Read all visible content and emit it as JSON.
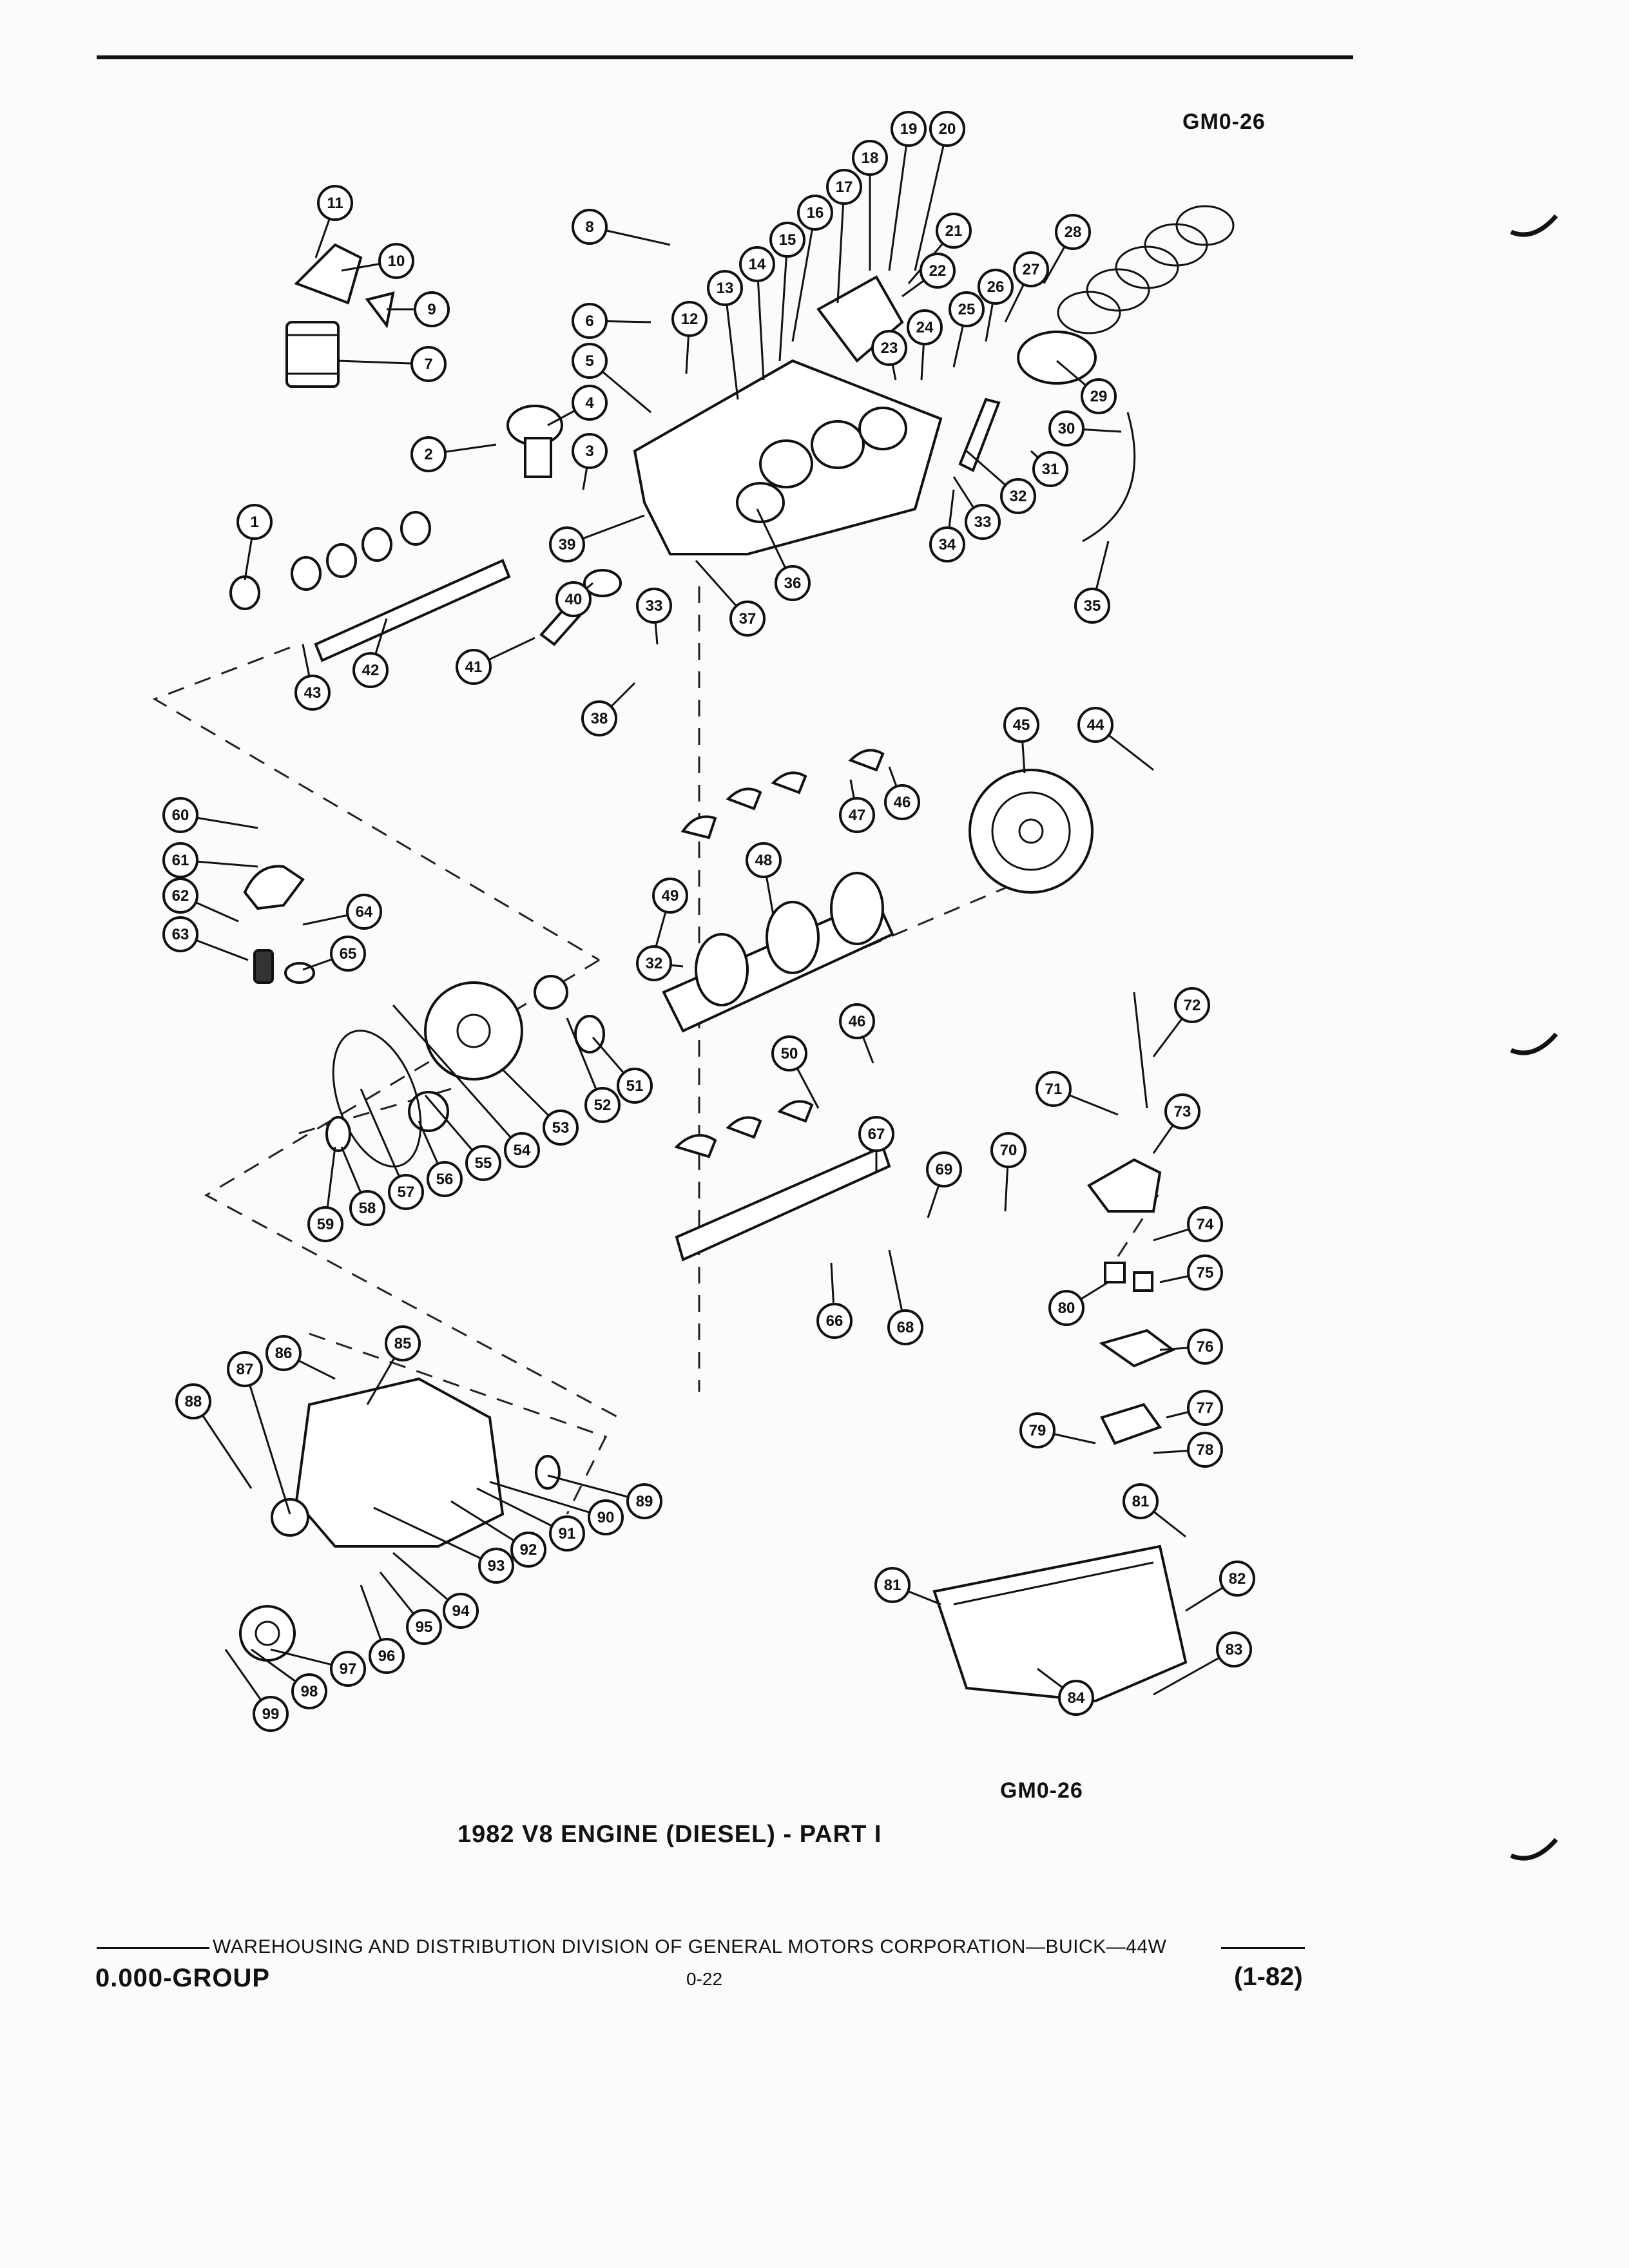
{
  "header": {
    "figure_code_top": "GM0-26"
  },
  "figure": {
    "figure_code_bottom": "GM0-26",
    "title": "1982 V8 ENGINE (DIESEL) - PART I",
    "callouts": [
      "1",
      "2",
      "3",
      "4",
      "5",
      "6",
      "7",
      "8",
      "9",
      "10",
      "11",
      "12",
      "13",
      "14",
      "15",
      "16",
      "17",
      "18",
      "19",
      "20",
      "21",
      "22",
      "23",
      "24",
      "25",
      "26",
      "27",
      "28",
      "29",
      "30",
      "31",
      "32",
      "33",
      "34",
      "35",
      "36",
      "37",
      "38",
      "39",
      "40",
      "41",
      "42",
      "43",
      "44",
      "45",
      "46",
      "47",
      "48",
      "49",
      "50",
      "51",
      "52",
      "53",
      "54",
      "55",
      "56",
      "57",
      "58",
      "59",
      "60",
      "61",
      "62",
      "63",
      "64",
      "65",
      "66",
      "67",
      "68",
      "69",
      "70",
      "71",
      "72",
      "73",
      "74",
      "75",
      "76",
      "77",
      "78",
      "79",
      "80",
      "81",
      "82",
      "83",
      "84",
      "85",
      "86",
      "87",
      "88",
      "89",
      "90",
      "91",
      "92",
      "93",
      "94",
      "95",
      "96",
      "97",
      "98",
      "99",
      "32",
      "33",
      "46",
      "81"
    ]
  },
  "footer": {
    "publisher": "WAREHOUSING AND DISTRIBUTION  DIVISION OF GENERAL MOTORS CORPORATION—BUICK—44W",
    "group": "0.000-GROUP",
    "page_number": "0-22",
    "date_code": "(1-82)"
  }
}
